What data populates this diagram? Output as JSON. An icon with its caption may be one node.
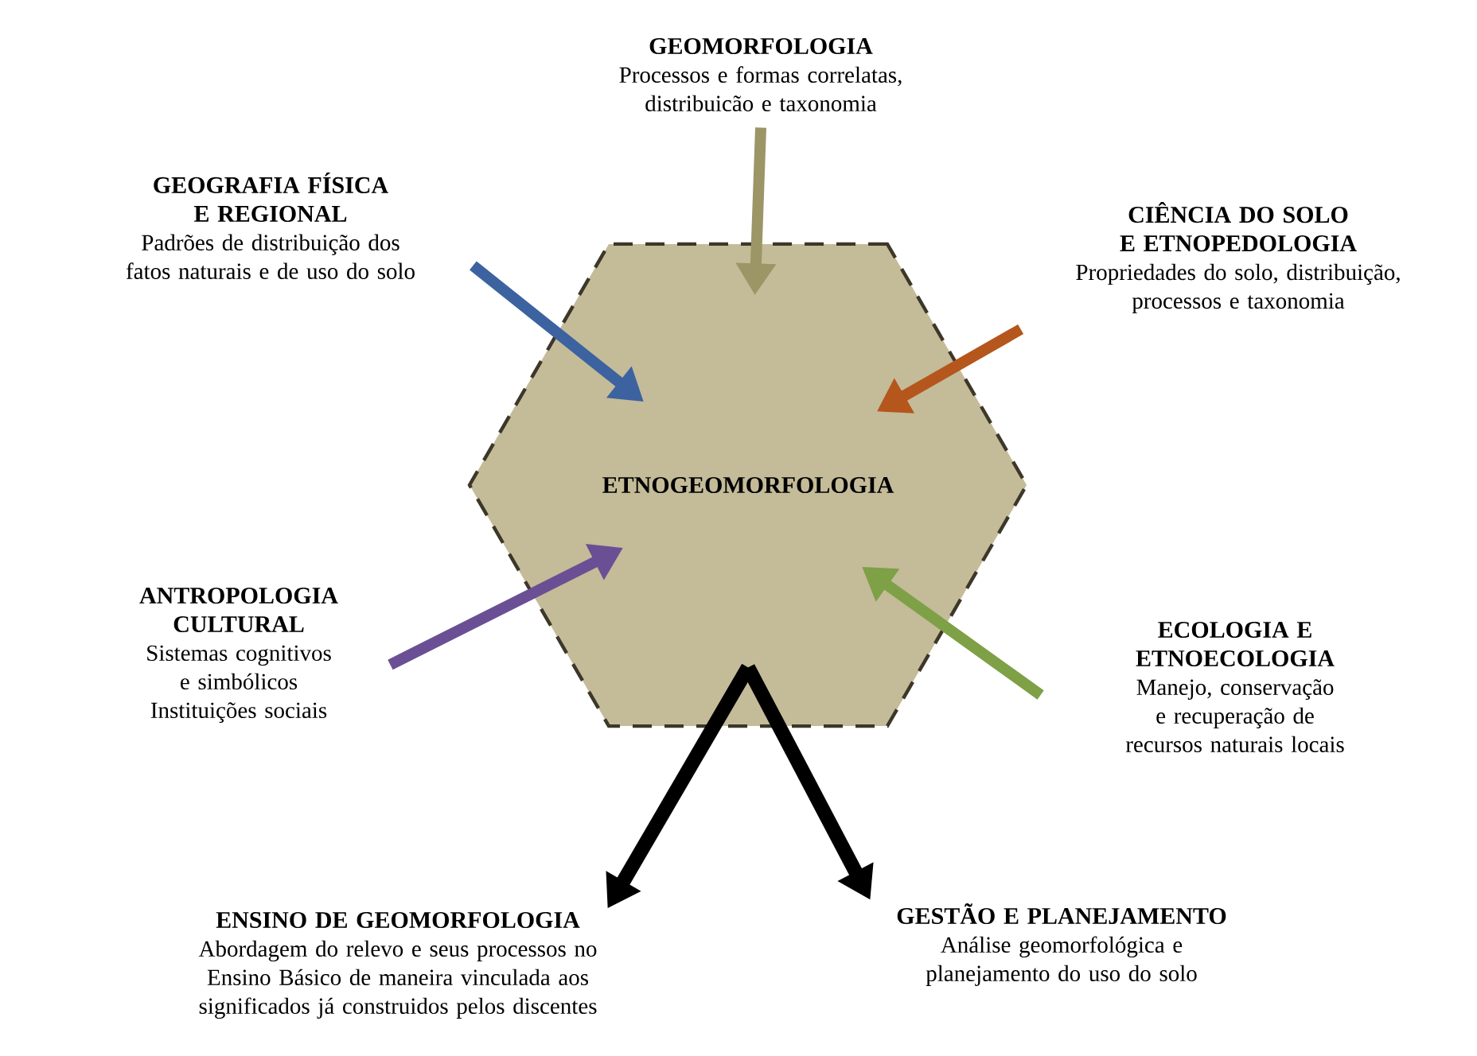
{
  "diagram": {
    "nodes": [
      {
        "text": [
          "GEOMORFOLOGIA",
          "Processos e formas correlatas, distribuicão e taxonomia"
        ]
      },
      {
        "text": [
          "GEOGRAFIA FÍSICA E REGIONAL",
          "Padrões de distribuição dos fatos naturais e de uso do solo"
        ]
      },
      {
        "text": [
          "CIÊNCIA DO SOLO E ETNOPEDOLOGIA",
          "Propriedades do solo, distribuição, processos e taxonomia"
        ]
      },
      {
        "text": [
          "ETNOGEOMORFOLOGIA"
        ]
      },
      {
        "text": [
          "ANTROPOLOGIA CULTURAL",
          "Sistemas cognitivos e simbólicos",
          "Instituições sociais"
        ]
      },
      {
        "text": [
          "ECOLOGIA E ETNOECOLOGIA",
          "Manejo, conservação e recuperação de recursos naturais locais"
        ]
      },
      {
        "text": [
          "ENSINO DE GEOMORFOLOGIA",
          "Abordagem do relevo e seus processos no Ensino Básico de maneira vinculada aos significados já construidos pelos discentes"
        ]
      },
      {
        "text": [
          "GESTÃO E PLANEJAMENTO",
          "Análise geomorfológica e planejamento do uso do solo"
        ]
      }
    ],
    "edges": [
      {
        "from": 0,
        "to": 3,
        "arrow": "to",
        "color": "#9c9566"
      },
      {
        "from": 1,
        "to": 3,
        "arrow": "to",
        "color": "#3c62a0"
      },
      {
        "from": 2,
        "to": 3,
        "arrow": "to",
        "color": "#b5561c"
      },
      {
        "from": 4,
        "to": 3,
        "arrow": "to",
        "color": "#6b4f94"
      },
      {
        "from": 5,
        "to": 3,
        "arrow": "to",
        "color": "#7ea046"
      },
      {
        "from": 3,
        "to": 6,
        "arrow": "to",
        "color": "#000000"
      },
      {
        "from": 3,
        "to": 7,
        "arrow": "to",
        "color": "#000000"
      }
    ]
  }
}
